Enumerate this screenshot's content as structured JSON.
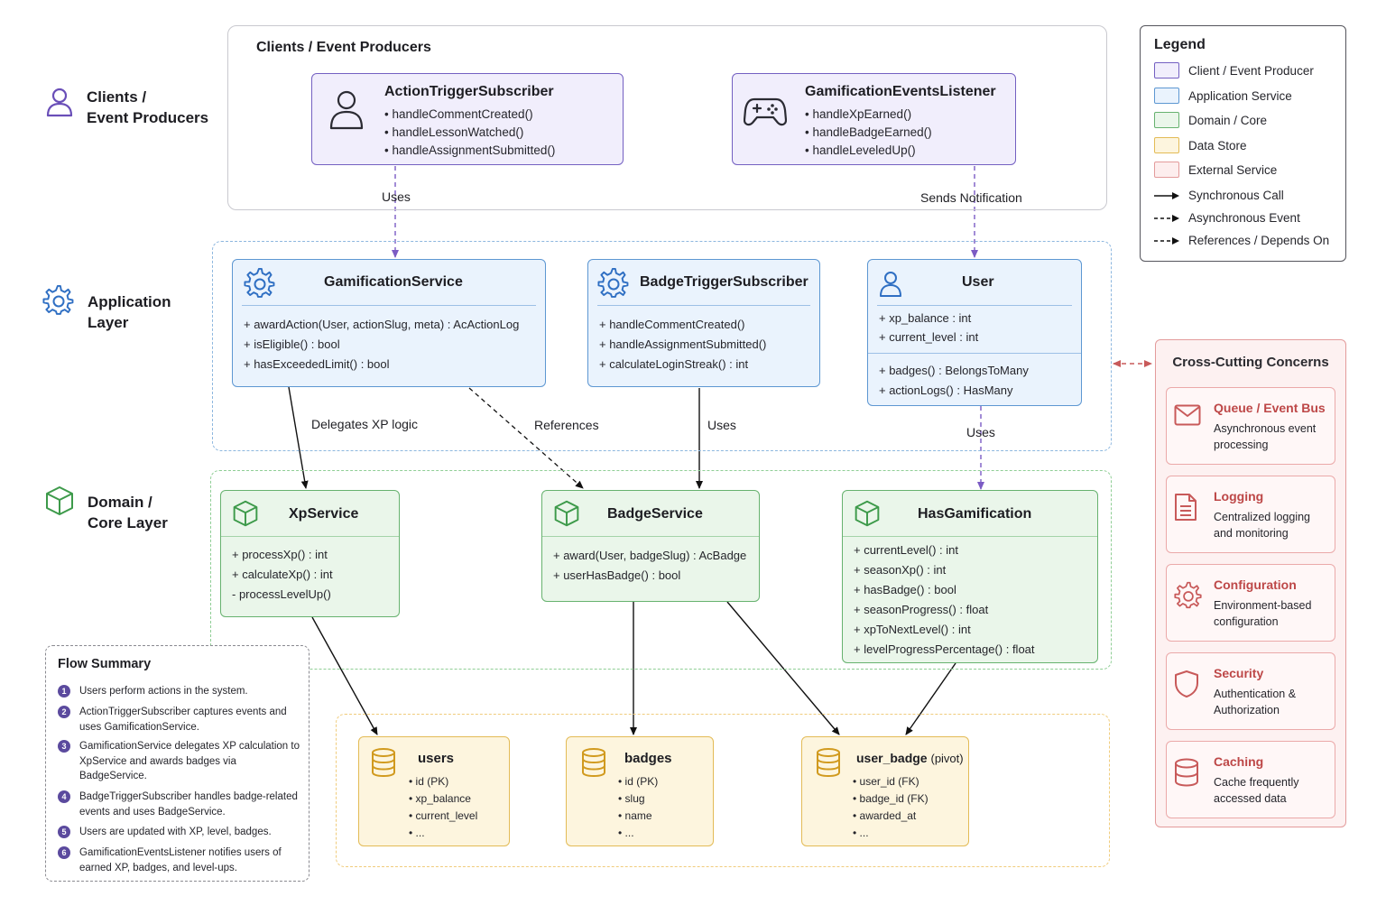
{
  "layers": {
    "clients": "Clients /\nEvent Producers",
    "application": "Application\nLayer",
    "domain": "Domain /\nCore Layer"
  },
  "clients_region": {
    "title": "Clients / Event Producers"
  },
  "action_trigger_subscriber": {
    "title": "ActionTriggerSubscriber",
    "methods": [
      "handleCommentCreated()",
      "handleLessonWatched()",
      "handleAssignmentSubmitted()"
    ]
  },
  "gamification_events_listener": {
    "title": "GamificationEventsListener",
    "methods": [
      "handleXpEarned()",
      "handleBadgeEarned()",
      "handleLeveledUp()"
    ]
  },
  "gamification_service": {
    "title": "GamificationService",
    "methods": [
      "+ awardAction(User, actionSlug, meta) : AcActionLog",
      "+ isEligible() : bool",
      "+ hasExceededLimit() : bool"
    ]
  },
  "badge_trigger_subscriber": {
    "title": "BadgeTriggerSubscriber",
    "methods": [
      "+ handleCommentCreated()",
      "+ handleAssignmentSubmitted()",
      "+ calculateLoginStreak() : int"
    ]
  },
  "user": {
    "title": "User",
    "attributes": [
      "+ xp_balance : int",
      "+ current_level : int"
    ],
    "relations": [
      "+ badges() : BelongsToMany",
      "+ actionLogs() : HasMany"
    ]
  },
  "xp_service": {
    "title": "XpService",
    "methods": [
      "+ processXp() : int",
      "+ calculateXp() : int",
      "- processLevelUp()"
    ]
  },
  "badge_service": {
    "title": "BadgeService",
    "methods": [
      "+ award(User, badgeSlug) : AcBadge",
      "+ userHasBadge() : bool"
    ]
  },
  "has_gamification": {
    "title": "HasGamification",
    "methods": [
      "+ currentLevel() : int",
      "+ seasonXp() : int",
      "+ hasBadge() : bool",
      "+ seasonProgress() : float",
      "+ xpToNextLevel() : int",
      "+ levelProgressPercentage() : float"
    ]
  },
  "tables": {
    "users": {
      "title": "users",
      "columns": [
        "id (PK)",
        "xp_balance",
        "current_level",
        "..."
      ]
    },
    "badges": {
      "title": "badges",
      "columns": [
        "id (PK)",
        "slug",
        "name",
        "..."
      ]
    },
    "user_badge": {
      "title": "user_badge",
      "suffix": "(pivot)",
      "columns": [
        "user_id (FK)",
        "badge_id (FK)",
        "awarded_at",
        "..."
      ]
    }
  },
  "edge_labels": {
    "uses_1": "Uses",
    "sends_notification": "Sends Notification",
    "delegates": "Delegates XP logic",
    "references": "References",
    "uses_2": "Uses",
    "uses_3": "Uses"
  },
  "legend": {
    "title": "Legend",
    "items": [
      {
        "label": "Client / Event Producer",
        "fill": "#f1eefc",
        "stroke": "#7460c2"
      },
      {
        "label": "Application Service",
        "fill": "#eaf3fd",
        "stroke": "#5d97d2"
      },
      {
        "label": "Domain / Core",
        "fill": "#eaf6ea",
        "stroke": "#67b26f"
      },
      {
        "label": "Data Store",
        "fill": "#fdf5de",
        "stroke": "#e3bb56"
      },
      {
        "label": "External Service",
        "fill": "#fdeeee",
        "stroke": "#e39b9b"
      }
    ],
    "lines": [
      "Synchronous Call",
      "Asynchronous Event",
      "References / Depends On"
    ]
  },
  "cross_cutting": {
    "title": "Cross-Cutting Concerns",
    "items": [
      {
        "title": "Queue / Event Bus",
        "desc": "Asynchronous event processing",
        "icon": "envelope-icon"
      },
      {
        "title": "Logging",
        "desc": "Centralized logging and monitoring",
        "icon": "document-icon"
      },
      {
        "title": "Configuration",
        "desc": "Environment-based configuration",
        "icon": "gear-icon"
      },
      {
        "title": "Security",
        "desc": "Authentication & Authorization",
        "icon": "shield-icon"
      },
      {
        "title": "Caching",
        "desc": "Cache frequently accessed data",
        "icon": "database-icon"
      }
    ]
  },
  "flow_summary": {
    "title": "Flow Summary",
    "steps": [
      "Users perform actions in the system.",
      "ActionTriggerSubscriber captures events and uses GamificationService.",
      "GamificationService delegates XP calculation to XpService and awards badges via BadgeService.",
      "BadgeTriggerSubscriber handles badge-related events and uses BadgeService.",
      "Users are updated with XP, level, badges.",
      "GamificationEventsListener notifies users of earned XP, badges, and level-ups."
    ]
  },
  "colors": {
    "purple": "#7460c2",
    "blue": "#5d97d2",
    "green": "#67b26f",
    "yellow": "#e3bb56",
    "red": "#e39b9b"
  }
}
